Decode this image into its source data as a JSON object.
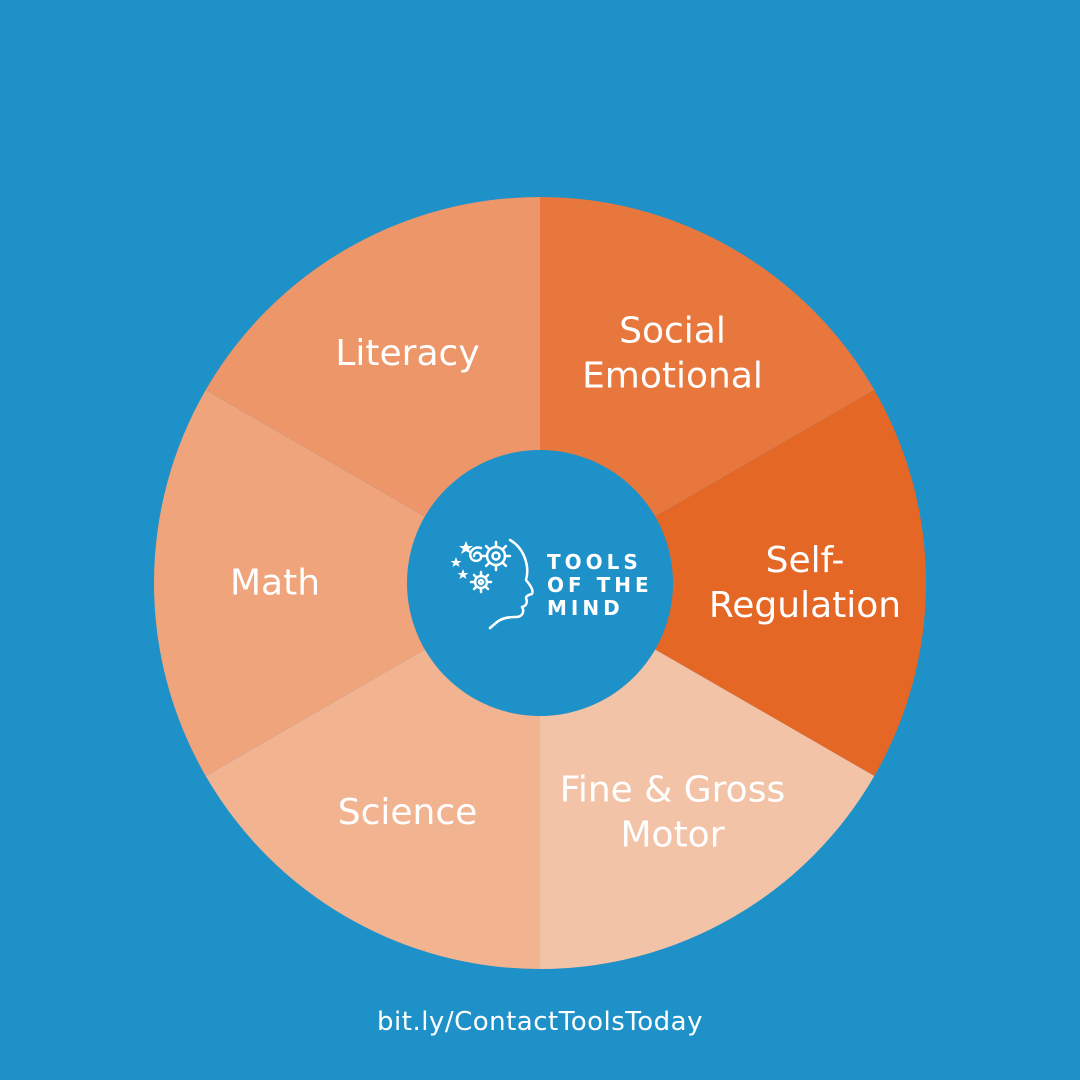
{
  "background_color": "#1e91c8",
  "wheel": {
    "segments": [
      {
        "name": "social-emotional",
        "lines": [
          "Social",
          "Emotional"
        ],
        "color": "#e8773d"
      },
      {
        "name": "self-regulation",
        "lines": [
          "Self-",
          "Regulation"
        ],
        "color": "#e46726"
      },
      {
        "name": "fine-gross-motor",
        "lines": [
          "Fine & Gross",
          "Motor"
        ],
        "color": "#f3c3a8"
      },
      {
        "name": "science",
        "lines": [
          "Science"
        ],
        "color": "#f2b391"
      },
      {
        "name": "math",
        "lines": [
          "Math"
        ],
        "color": "#efa47b"
      },
      {
        "name": "literacy",
        "lines": [
          "Literacy"
        ],
        "color": "#ed9669"
      }
    ],
    "center_color": "#1e91c8"
  },
  "logo": {
    "lines": [
      "TOOLS",
      "OF THE",
      "MIND"
    ],
    "icon": "head-with-gears-icon"
  },
  "footer": {
    "link": "bit.ly/ContactToolsToday"
  }
}
